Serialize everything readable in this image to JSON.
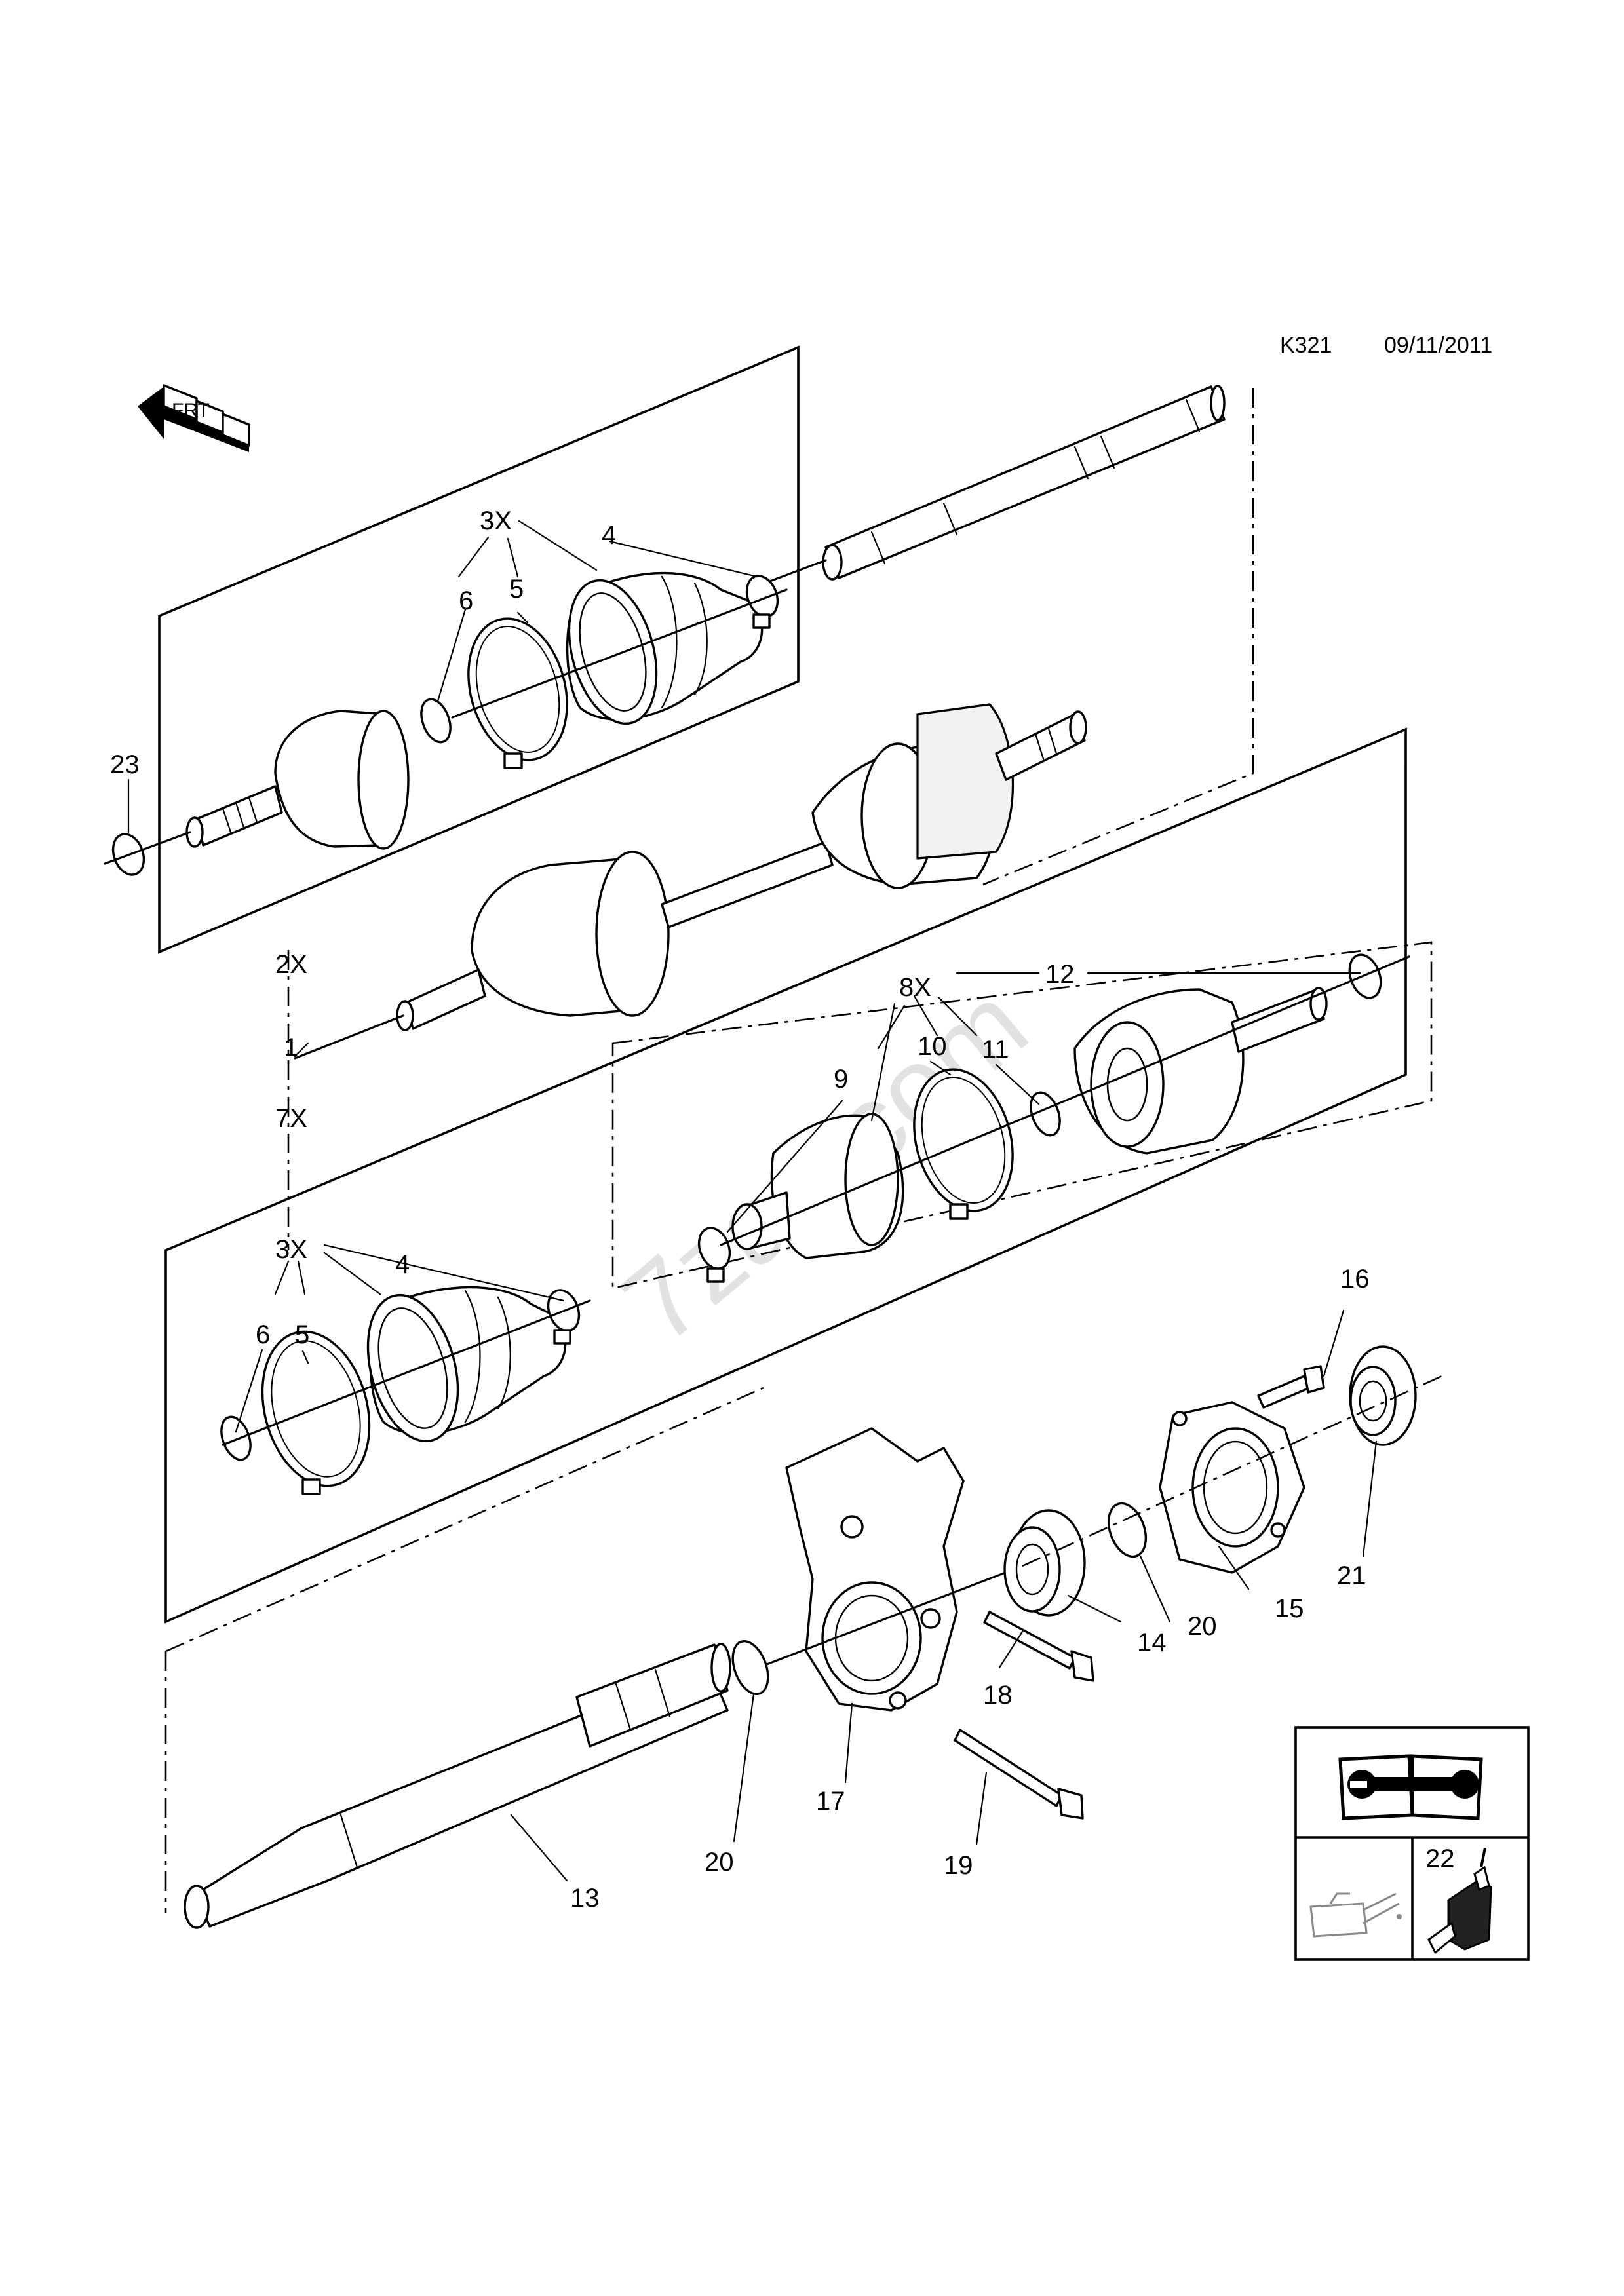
{
  "header": {
    "code": "K321",
    "date": "09/11/2011"
  },
  "watermark": "7zap.com",
  "orientation_badge": {
    "text": "FRT"
  },
  "callouts": {
    "c3x_a": "3X",
    "c4_a": "4",
    "c5_a": "5",
    "c6_a": "6",
    "c23": "23",
    "c2x": "2X",
    "c1": "1",
    "c7x": "7X",
    "c8x": "8X",
    "c12": "12",
    "c9": "9",
    "c10": "10",
    "c11": "11",
    "c3x_b": "3X",
    "c4_b": "4",
    "c5_b": "5",
    "c6_b": "6",
    "c16": "16",
    "c15": "15",
    "c21": "21",
    "c14": "14",
    "c20_a": "20",
    "c18": "18",
    "c17": "17",
    "c20_b": "20",
    "c19": "19",
    "c13": "13",
    "c22": "22"
  },
  "service_box": {
    "manual_icon": "manual-wrench-icon",
    "oil_can_icon": "oil-can-icon",
    "sealant_icon": "sealant-bottle-icon"
  }
}
